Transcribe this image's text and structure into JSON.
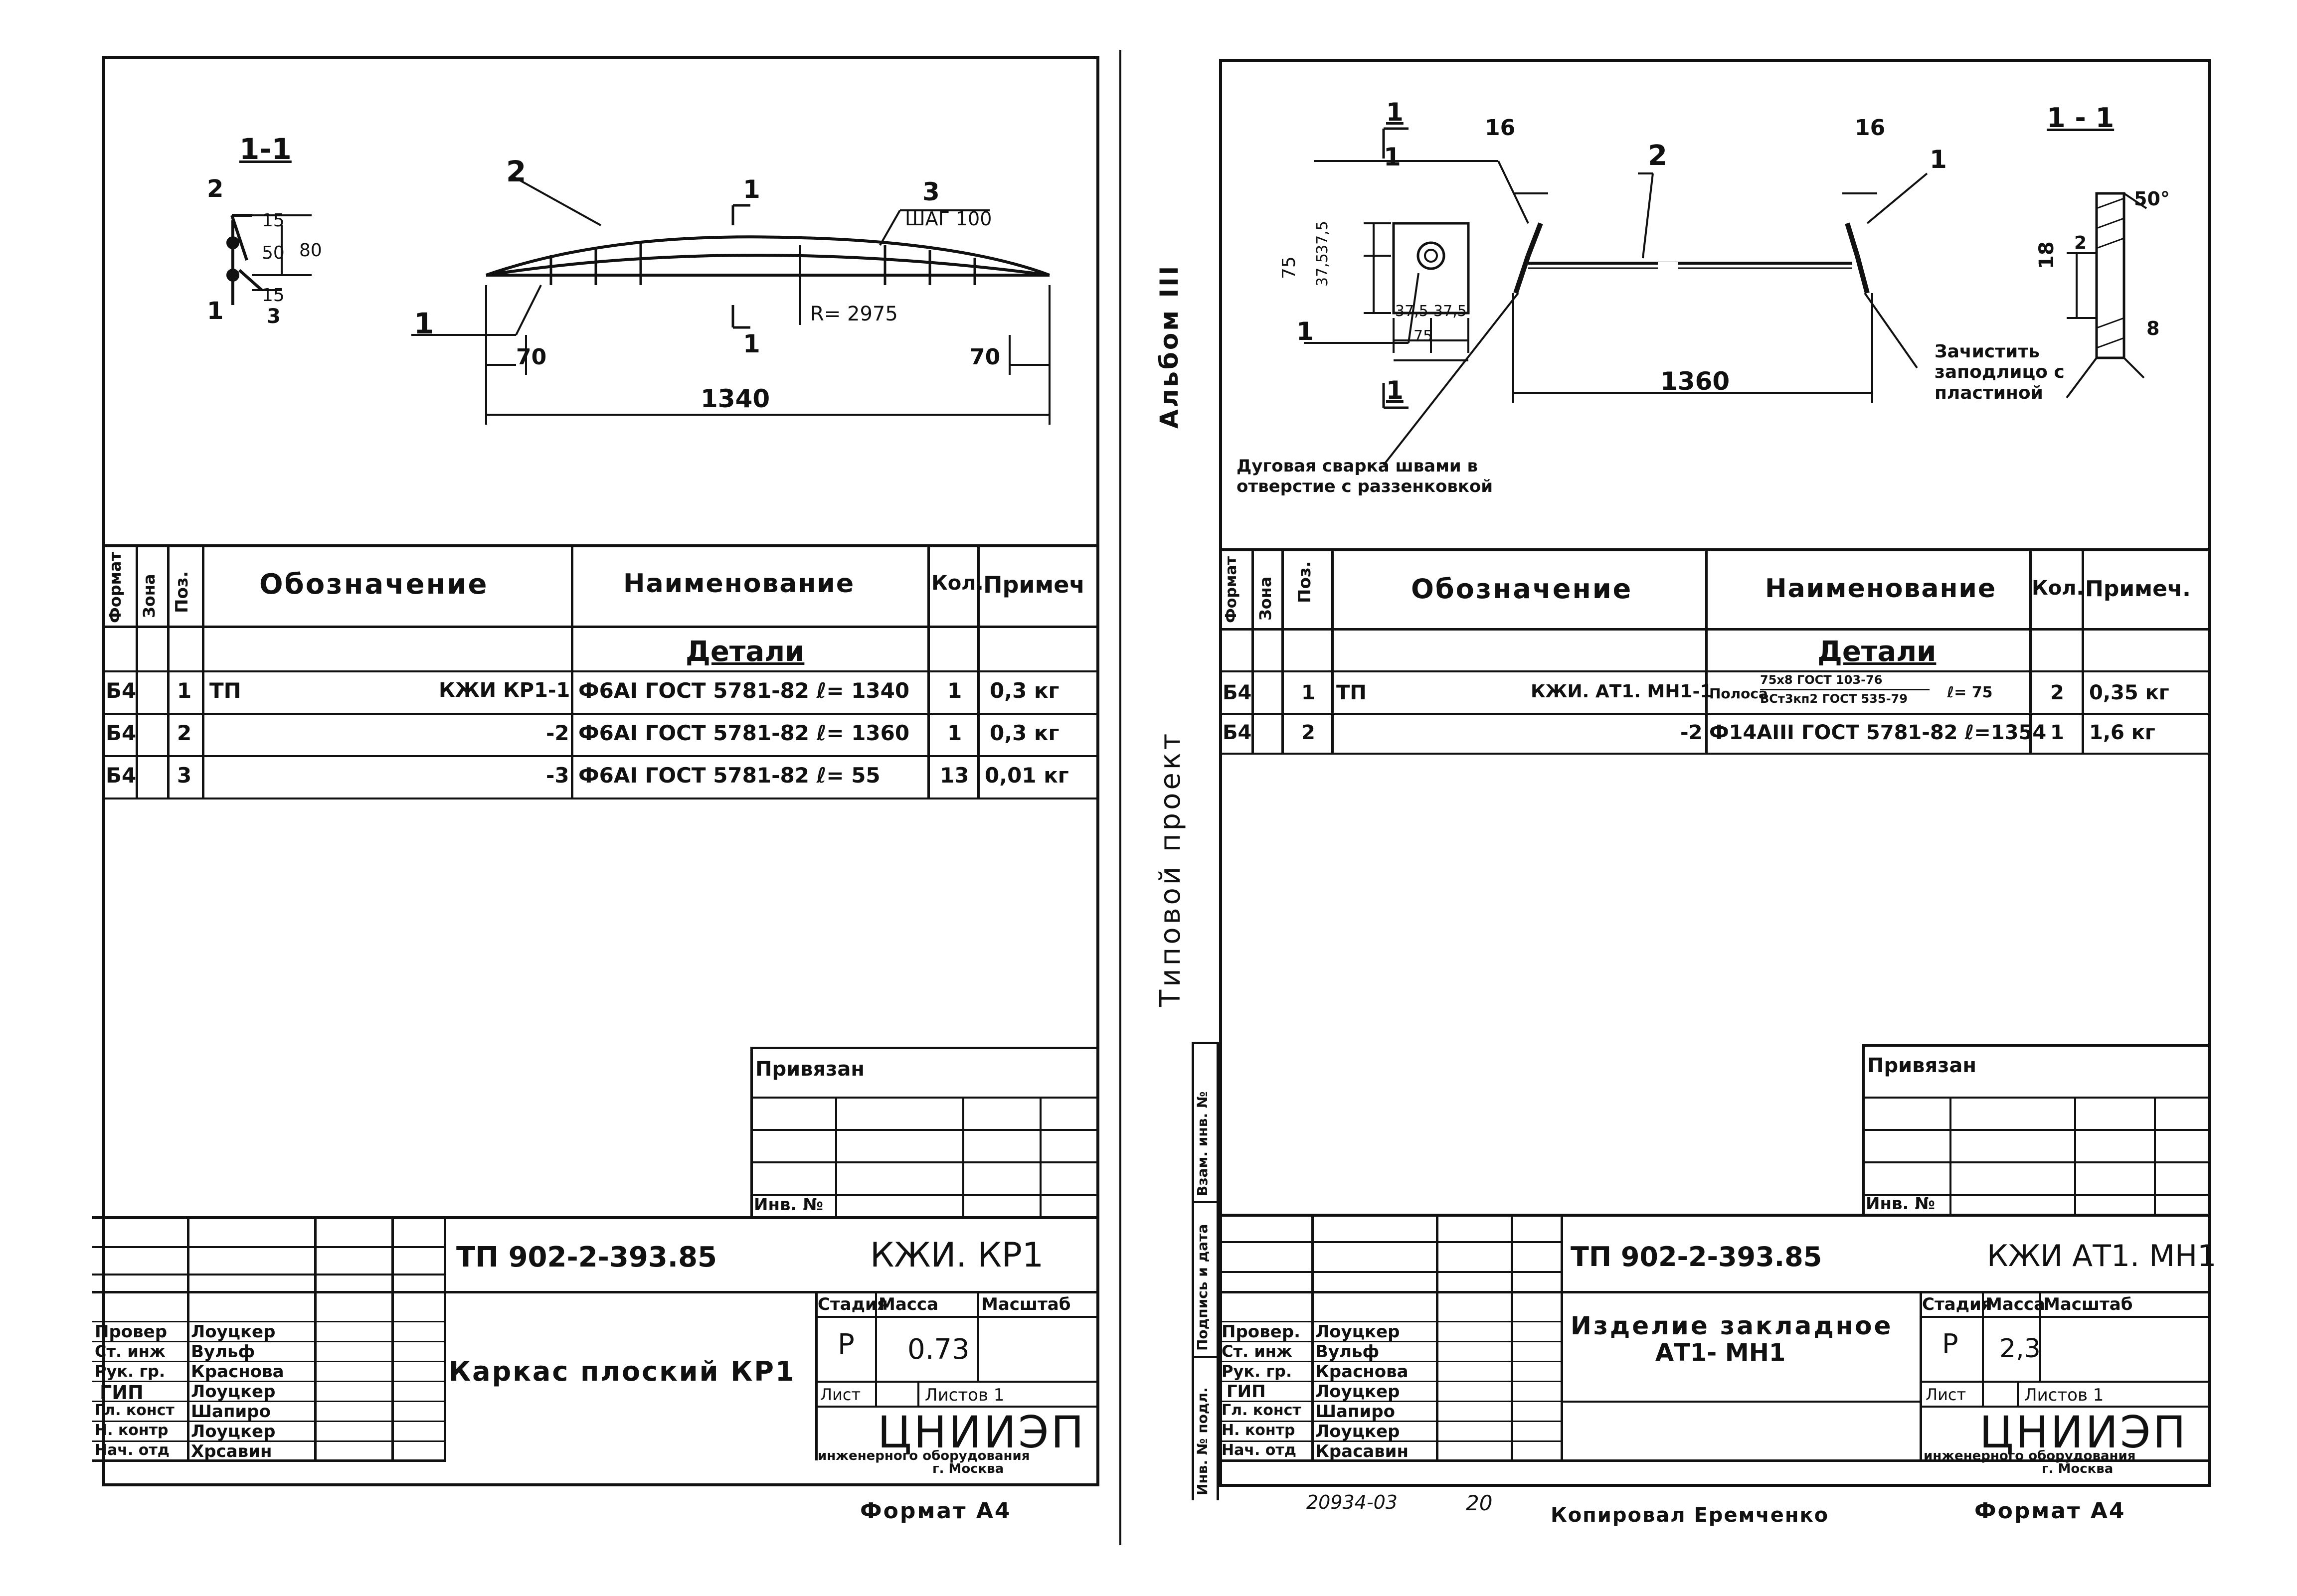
{
  "left_sheet": {
    "section_label": "1-1",
    "positions": [
      "1",
      "2",
      "3"
    ],
    "section_dims": [
      "15",
      "50",
      "80",
      "15"
    ],
    "dim_step": "ШАГ 100",
    "dim_radius": "R= 2975",
    "dim_70": "70",
    "dim_1340": "1340",
    "cut_mark": "1",
    "table": {
      "headers": {
        "format": "Формат",
        "zone": "Зона",
        "pos": "Поз.",
        "designation": "Обозначение",
        "name": "Наименование",
        "qty": "Кол.",
        "note": "Примеч"
      },
      "section_title": "Детали",
      "rows": [
        {
          "format": "Б4",
          "pos": "1",
          "prefix": "ТП",
          "designation": "КЖИ КР1-1",
          "name": "Ф6АI ГОСТ 5781-82  ℓ= 1340",
          "qty": "1",
          "note": "0,3 кг"
        },
        {
          "format": "Б4",
          "pos": "2",
          "prefix": "",
          "designation": "-2",
          "name": "Ф6АI ГОСТ 5781-82  ℓ= 1360",
          "qty": "1",
          "note": "0,3 кг"
        },
        {
          "format": "Б4",
          "pos": "3",
          "prefix": "",
          "designation": "-3",
          "name": "Ф6АI ГОСТ 5781-82  ℓ= 55",
          "qty": "13",
          "note": "0,01 кг"
        }
      ]
    },
    "privyazan": "Привязан",
    "inv_no": "Инв. №",
    "doc_code": "ТП 902-2-393.85",
    "doc_mark": "КЖИ. КР1",
    "title": "Каркас плоский КР1",
    "stage_label": "Стадия",
    "mass_label": "Масса",
    "scale_label": "Масштаб",
    "stage": "Р",
    "mass": "0.73",
    "sheet_label": "Лист",
    "sheets_label": "Листов 1",
    "org": "ЦНИИЭП",
    "org_sub": "инженерного оборудования",
    "org_city": "г. Москва",
    "format_note": "Формат А4",
    "signers": [
      {
        "role": "Провер",
        "name": "Лоуцкер"
      },
      {
        "role": "Ст. инж",
        "name": "Вульф"
      },
      {
        "role": "Рук. гр.",
        "name": "Краснова"
      },
      {
        "role": "ГИП",
        "name": "Лоуцкер"
      },
      {
        "role": "Гл. конст",
        "name": "Шапиро"
      },
      {
        "role": "Н. контр",
        "name": "Лоуцкер"
      },
      {
        "role": "Нач. отд",
        "name": "Хрсавин"
      }
    ]
  },
  "binder": {
    "album": "Альбом III",
    "project": "Типовой проект",
    "stamp_fields": [
      "Взам. инв. №",
      "Подпись и дата",
      "Инв. № подл."
    ]
  },
  "right_sheet": {
    "section_label": "1 - 1",
    "cut_mark": "1",
    "positions": [
      "1",
      "2",
      "1"
    ],
    "dim_16a": "16",
    "dim_16b": "16",
    "plate_dims": [
      "75",
      "37,5",
      "37,5",
      "37,5",
      "37,5",
      "75"
    ],
    "angle": "50°",
    "dim_18": "18",
    "dim_2": "2",
    "dim_8": "8",
    "dim_1360": "1360",
    "note_clean": "Зачистить заподлицо с пластиной",
    "note_weld": "Дуговая сварка швами в отверстие с раззенковкой",
    "table": {
      "headers": {
        "format": "Формат",
        "zone": "Зона",
        "pos": "Поз.",
        "designation": "Обозначение",
        "name": "Наименование",
        "qty": "Кол.",
        "note": "Примеч."
      },
      "section_title": "Детали",
      "rows": [
        {
          "format": "Б4",
          "pos": "1",
          "prefix": "ТП",
          "designation": "КЖИ. АТ1. МН1-1",
          "name_prefix": "Полоса",
          "name_frac_top": "75х8 ГОСТ 103-76",
          "name_frac_bot": "ВСт3кп2 ГОСТ 535-79",
          "name_len": "ℓ= 75",
          "qty": "2",
          "note": "0,35 кг"
        },
        {
          "format": "Б4",
          "pos": "2",
          "prefix": "",
          "designation": "-2",
          "name": "Ф14АIII ГОСТ 5781-82  ℓ=1354",
          "qty": "1",
          "note": "1,6 кг"
        }
      ]
    },
    "privyazan": "Привязан",
    "inv_no": "Инв. №",
    "doc_code": "ТП 902-2-393.85",
    "doc_mark": "КЖИ АТ1. МН1",
    "title_1": "Изделие закладное",
    "title_2": "АТ1- МН1",
    "stage_label": "Стадия",
    "mass_label": "Масса",
    "scale_label": "Масштаб",
    "stage": "Р",
    "mass": "2,3",
    "sheet_label": "Лист",
    "sheets_label": "Листов 1",
    "org": "ЦНИИЭП",
    "org_sub": "инженерного оборудования",
    "org_city": "г. Москва",
    "format_note": "Формат А4",
    "copied": "Копировал  Еремченко",
    "archive_no": "20934-03",
    "page_no": "20",
    "signers": [
      {
        "role": "Провер.",
        "name": "Лоуцкер"
      },
      {
        "role": "Ст. инж",
        "name": "Вульф"
      },
      {
        "role": "Рук. гр.",
        "name": "Краснова"
      },
      {
        "role": "ГИП",
        "name": "Лоуцкер"
      },
      {
        "role": "Гл. конст",
        "name": "Шапиро"
      },
      {
        "role": "Н. контр",
        "name": "Лоуцкер"
      },
      {
        "role": "Нач. отд",
        "name": "Красавин"
      }
    ]
  }
}
